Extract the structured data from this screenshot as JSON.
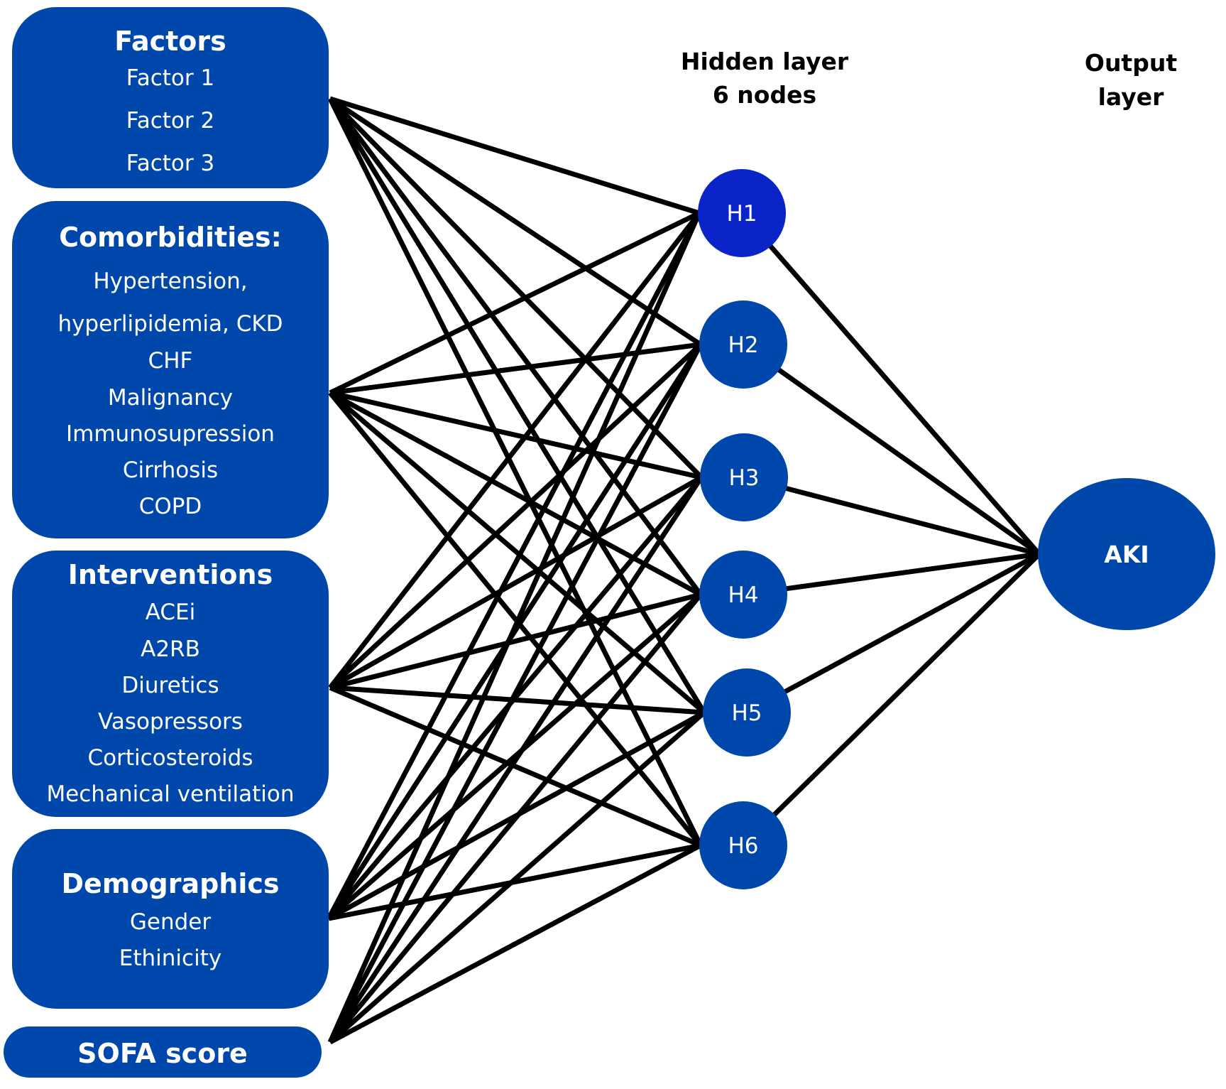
{
  "input_groups": [
    {
      "id": "factors",
      "title": "Factors",
      "items": [
        "Factor 1",
        "Factor 2",
        "Factor 3"
      ]
    },
    {
      "id": "comorbidities",
      "title": "Comorbidities:",
      "items": [
        "Hypertension,",
        "hyperlipidemia, CKD",
        "CHF",
        "Malignancy",
        "Immunosupression",
        "Cirrhosis",
        "COPD"
      ]
    },
    {
      "id": "interventions",
      "title": "Interventions",
      "items": [
        "ACEi",
        "A2RB",
        "Diuretics",
        "Vasopressors",
        "Corticosteroids",
        "Mechanical ventilation"
      ]
    },
    {
      "id": "demographics",
      "title": "Demographics",
      "items": [
        "Gender",
        "Ethinicity"
      ]
    },
    {
      "id": "sofa",
      "title": "SOFA score",
      "items": []
    }
  ],
  "hidden_layer": {
    "label_line1": "Hidden layer",
    "label_line2": "6 nodes",
    "nodes": [
      "H1",
      "H2",
      "H3",
      "H4",
      "H5",
      "H6"
    ],
    "highlighted_node": "H1"
  },
  "output_layer": {
    "label_line1": "Output",
    "label_line2": "layer",
    "node": "AKI"
  },
  "connections": {
    "input_to_hidden": "fully-connected",
    "hidden_to_output": "fully-connected"
  },
  "colors": {
    "box_fill": "#0047AB",
    "node_fill": "#0047AB",
    "highlight_node_fill": "#0A24C8",
    "edge": "#000000",
    "text_on_fill": "#FFFFFF"
  }
}
